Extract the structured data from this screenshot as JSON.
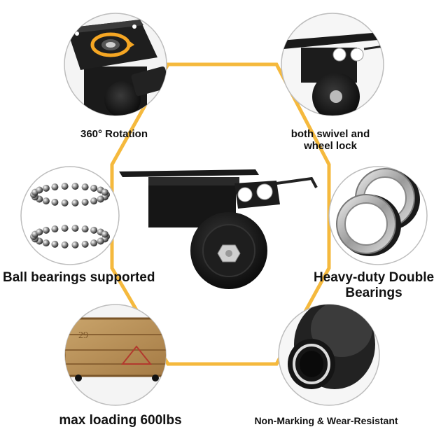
{
  "colors": {
    "accent": "#f5b93d",
    "circle_border": "#bdbdbd",
    "caster_black": "#141414",
    "label_text": "#111111"
  },
  "features": {
    "rotation": "360° Rotation",
    "swivel_line1": "both swivel and",
    "swivel_line2": "wheel lock",
    "ball_bearings": "Ball bearings supported",
    "double_line1": "Heavy-duty Double",
    "double_line2": "Bearings",
    "max_loading": "max loading 600lbs",
    "non_marking": "Non-Marking & Wear-Resistant"
  },
  "crate_stencil": "29",
  "icons": [
    "rotation-arrow-icon",
    "lock-arrow-icon"
  ]
}
